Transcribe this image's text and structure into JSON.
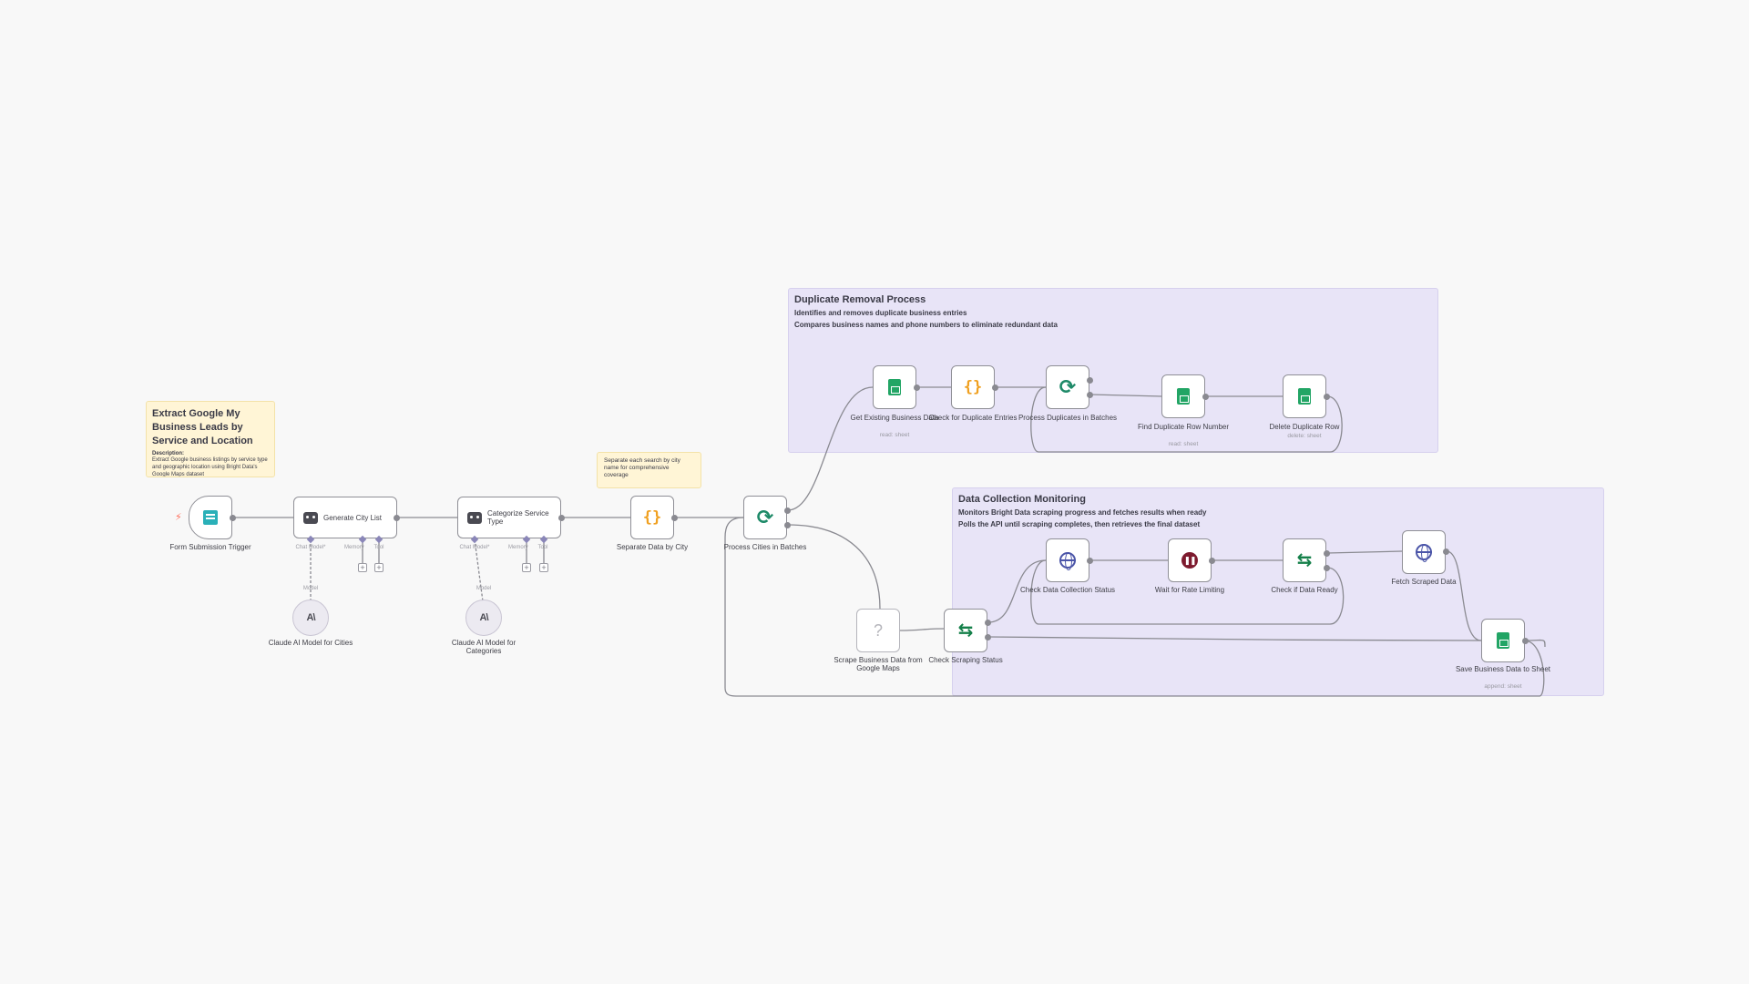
{
  "notes": {
    "main": {
      "title": "Extract Google My Business Leads by Service and Location",
      "desc_label": "Description:",
      "desc_text": "Extract Google business listings by service type and geographic location using Bright Data's Google Maps dataset"
    },
    "separate": {
      "text": "Separate each search by city name for comprehensive coverage"
    },
    "duplicate": {
      "title": "Duplicate Removal Process",
      "line1": "Identifies and removes duplicate business entries",
      "line2": "Compares business names and phone numbers to eliminate redundant data"
    },
    "monitoring": {
      "title": "Data Collection Monitoring",
      "line1": "Monitors Bright Data scraping progress and fetches results when ready",
      "line2": "Polls the API until scraping completes, then retrieves the final dataset"
    }
  },
  "nodes": {
    "form_trigger": {
      "label": "Form Submission Trigger",
      "icon": "form-icon"
    },
    "generate_city": {
      "label": "Generate City List",
      "icon": "robot-icon"
    },
    "categorize": {
      "label": "Categorize Service Type",
      "icon": "robot-icon"
    },
    "separate_city": {
      "label": "Separate Data by City",
      "icon": "code-icon"
    },
    "process_cities": {
      "label": "Process Cities in Batches",
      "icon": "loop-icon"
    },
    "claude_cities": {
      "label": "Claude AI Model for Cities",
      "icon": "anthropic-icon"
    },
    "claude_categories": {
      "label": "Claude AI Model for Categories",
      "icon": "anthropic-icon"
    },
    "get_existing": {
      "label": "Get Existing Business Data",
      "sub": "read: sheet",
      "icon": "sheets-icon"
    },
    "check_dup": {
      "label": "Check for Duplicate Entries",
      "icon": "code-icon"
    },
    "process_dup": {
      "label": "Process Duplicates in Batches",
      "icon": "loop-icon"
    },
    "find_dup_row": {
      "label": "Find Duplicate Row Number",
      "sub": "read: sheet",
      "icon": "sheets-icon"
    },
    "delete_dup_row": {
      "label": "Delete Duplicate Row",
      "sub": "delete: sheet",
      "icon": "sheets-icon"
    },
    "scrape": {
      "label": "Scrape Business Data from Google Maps",
      "icon": "question-icon"
    },
    "check_scraping": {
      "label": "Check Scraping Status",
      "icon": "if-icon"
    },
    "check_collection": {
      "label": "Check Data Collection Status",
      "icon": "globe-icon"
    },
    "wait_rate": {
      "label": "Wait for Rate Limiting",
      "icon": "pause-icon"
    },
    "check_ready": {
      "label": "Check if Data Ready",
      "icon": "if-icon"
    },
    "fetch_scraped": {
      "label": "Fetch Scraped Data",
      "icon": "globe-icon"
    },
    "save_sheet": {
      "label": "Save Business Data to Sheet",
      "sub": "append: sheet",
      "icon": "sheets-icon"
    }
  },
  "ports": {
    "chat_model": "Chat Model*",
    "memory": "Memory",
    "tool": "Tool",
    "model": "Model"
  },
  "colors": {
    "canvas": "#f8f8f8",
    "sticky_yellow": "#fff5d6",
    "sticky_purple": "#e8e4f7",
    "connection": "#8a8a91",
    "sheets": "#22a565",
    "code": "#f0a020"
  }
}
